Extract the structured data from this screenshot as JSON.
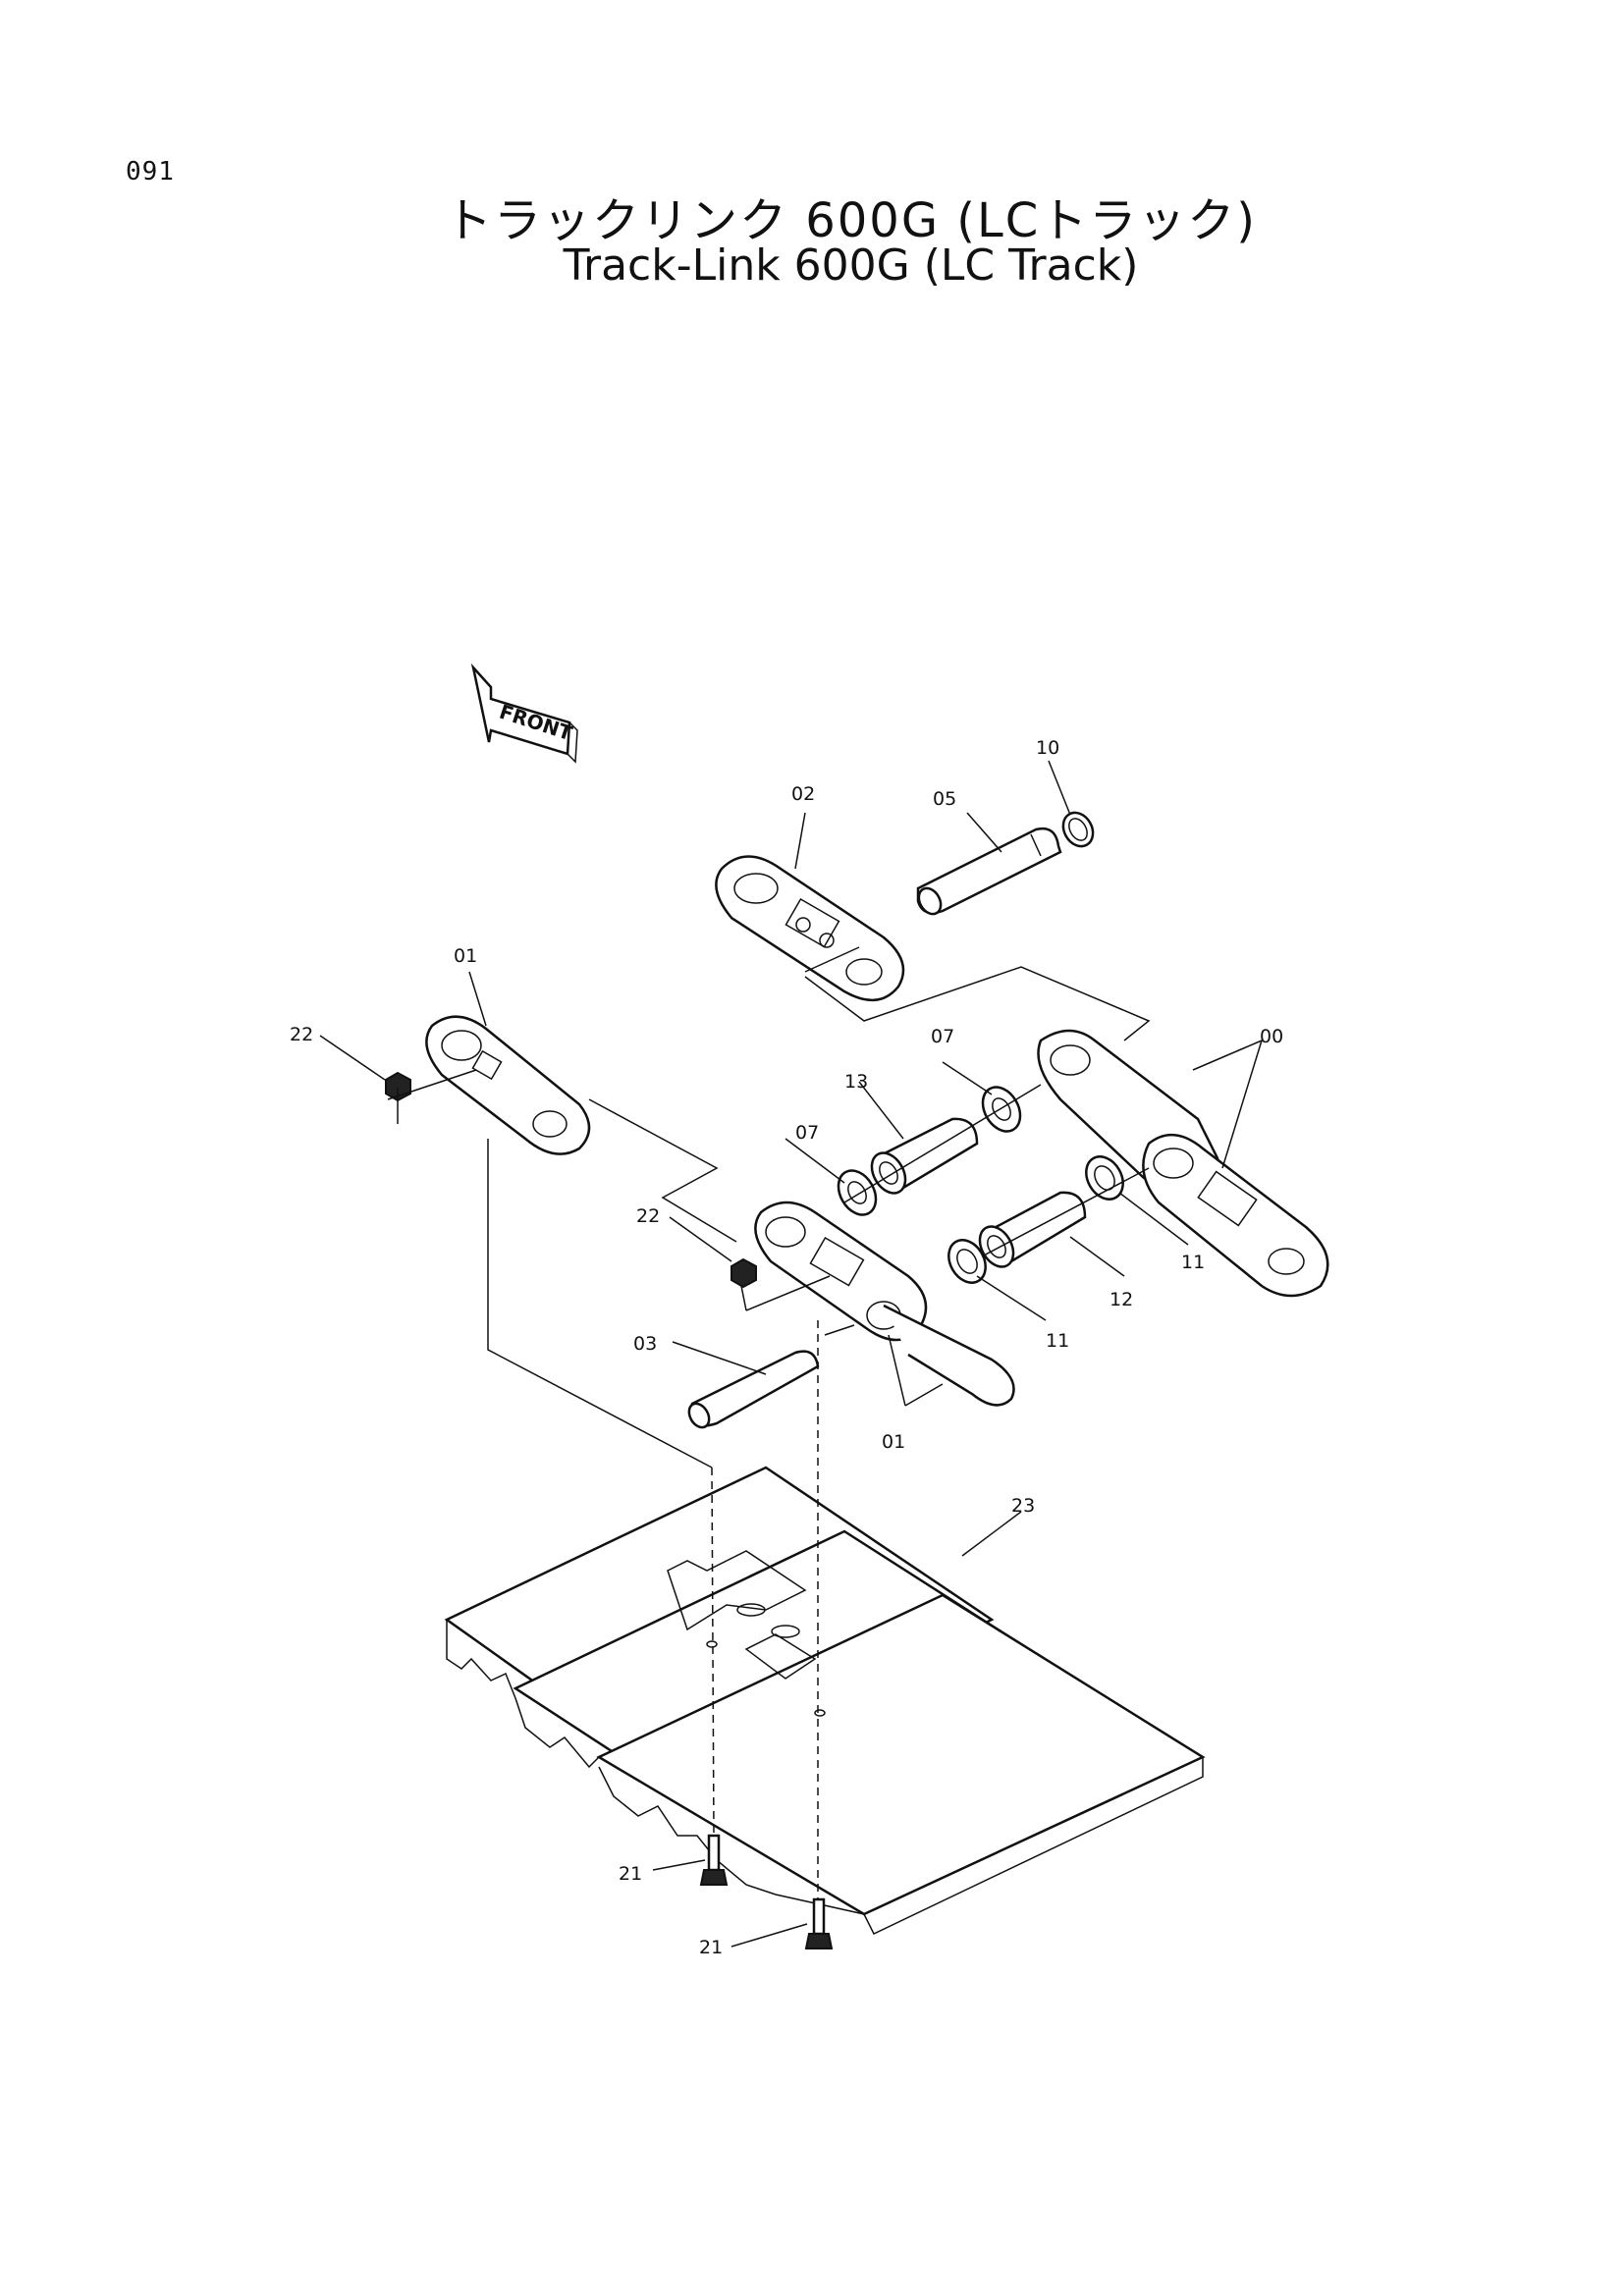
{
  "page_number": "091",
  "title_jp": "トラックリンク 600G (LCトラック)",
  "title_en": "Track-Link 600G (LC Track)",
  "front_label": "FRONT",
  "callouts": {
    "c00": "00",
    "c01a": "01",
    "c01b": "01",
    "c02": "02",
    "c03": "03",
    "c05": "05",
    "c07a": "07",
    "c07b": "07",
    "c10": "10",
    "c11a": "11",
    "c11b": "11",
    "c12": "12",
    "c13": "13",
    "c21a": "21",
    "c21b": "21",
    "c22a": "22",
    "c22b": "22",
    "c23": "23"
  }
}
